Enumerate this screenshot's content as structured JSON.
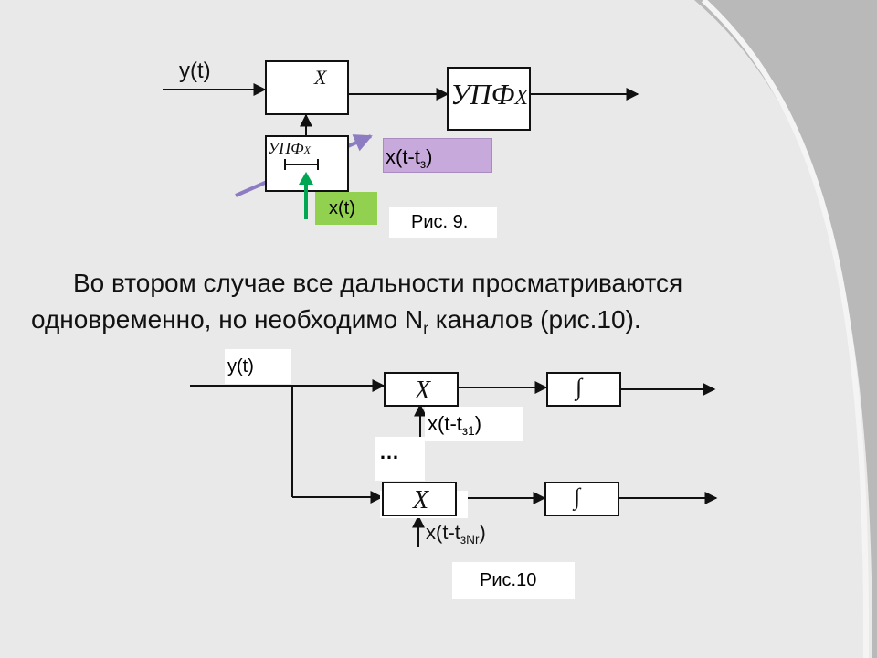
{
  "fig9": {
    "y_label": "y(t)",
    "mult_label": "X",
    "upf_main_label": "УПФ",
    "upf_main_x": "X",
    "upf_small_label": "УПФ",
    "upf_small_x": "X",
    "x_label": "x(t)",
    "delay_label": {
      "pre": "x(t-t",
      "sub": "з",
      "post": ")"
    },
    "caption": "Рис. 9.",
    "colors": {
      "delay_bg": "#c8a9db",
      "x_bg": "#92d050",
      "x_arrow": "#00a651",
      "diag_arrow": "#8e7cc3"
    }
  },
  "paragraph": {
    "line1": "Во втором случае все дальности просматриваются",
    "line2_pre": "одновременно, но необходимо N",
    "line2_sub": "r",
    "line2_post": " каналов (рис.10)."
  },
  "fig10": {
    "y_label": "y(t)",
    "mult_top": "X",
    "mult_bottom": "X",
    "int_top": "∫",
    "int_bottom": "∫",
    "delay1": {
      "pre": "x(t-t",
      "sub": "з1",
      "post": ")"
    },
    "delayN": {
      "pre": "x(t-t",
      "sub": "зNr",
      "post": ")"
    },
    "ellipsis": "…",
    "caption": "Рис.10"
  }
}
